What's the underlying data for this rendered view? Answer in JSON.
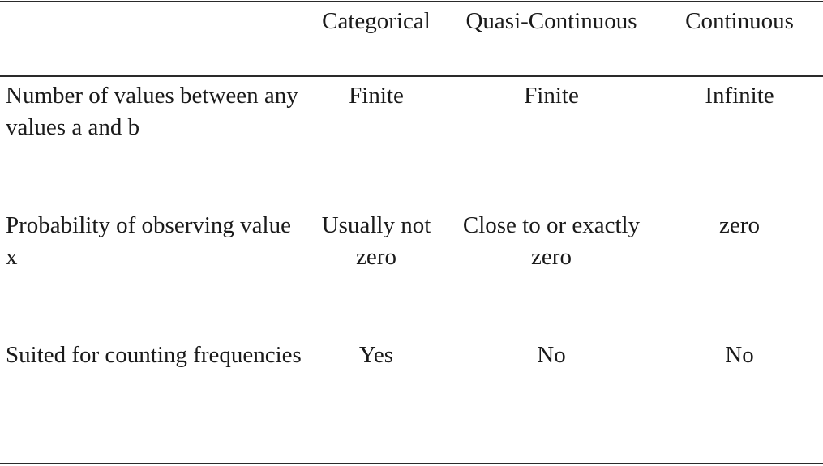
{
  "table": {
    "headers": [
      "",
      "Categorical",
      "Quasi-Continuous",
      "Continuous"
    ],
    "rows": [
      {
        "label": "Number of values between any values a and b",
        "values": [
          "Finite",
          "Finite",
          "Infinite"
        ]
      },
      {
        "label": "Probability of observing value x",
        "values": [
          "Usually not zero",
          "Close to or exactly zero",
          "zero"
        ]
      },
      {
        "label": "Suited for counting frequencies",
        "values": [
          "Yes",
          "No",
          "No"
        ]
      }
    ]
  }
}
